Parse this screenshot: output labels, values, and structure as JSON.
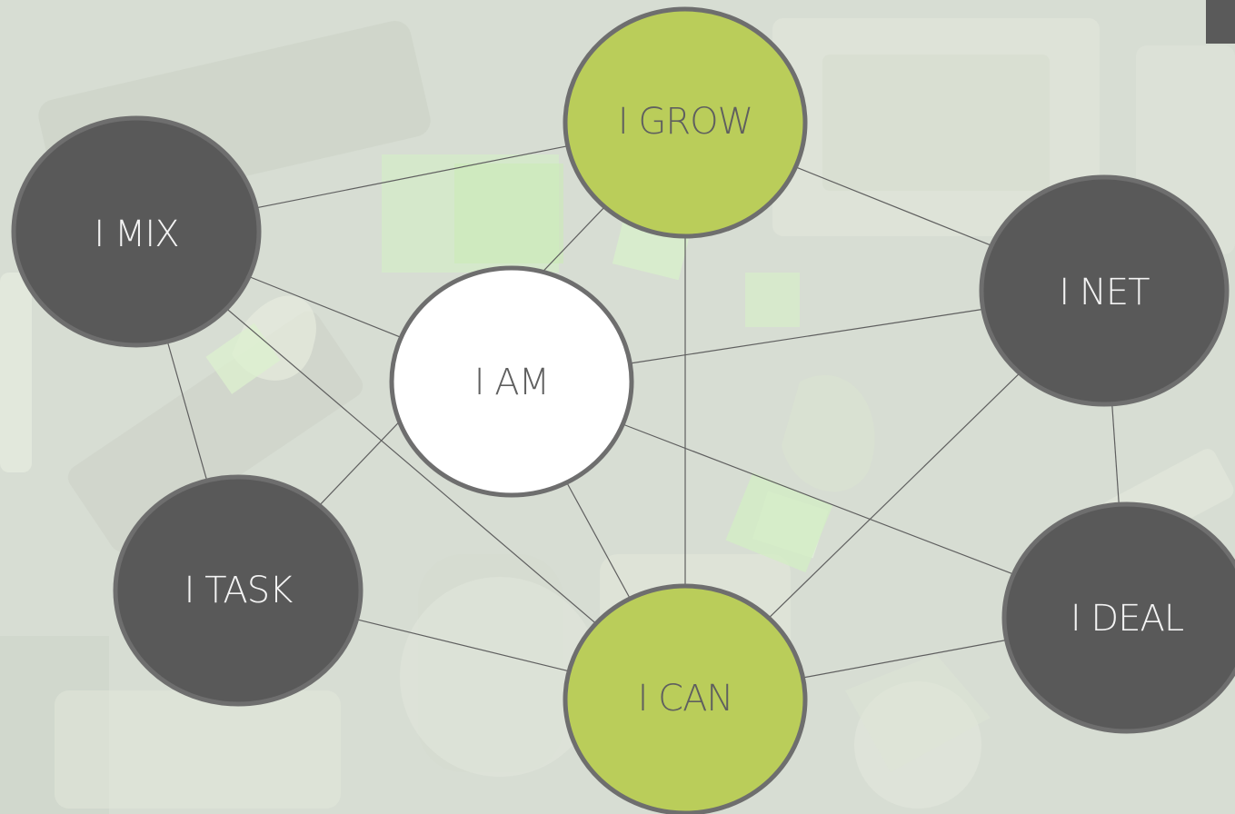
{
  "diagram": {
    "colors": {
      "dark_node": "#595959",
      "green_node": "#bacd5a",
      "white_node": "#ffffff",
      "node_stroke": "#6e6e6e",
      "line": "#5f5f5f",
      "text_light": "#f3f3f3",
      "text_dark": "#5f5f5f",
      "corner_tab": "#5a5a5a"
    },
    "nodes": {
      "grow": {
        "label": "I GROW",
        "style": "green"
      },
      "mix": {
        "label": "I MIX",
        "style": "dark"
      },
      "net": {
        "label": "I NET",
        "style": "dark"
      },
      "am": {
        "label": "I AM",
        "style": "white"
      },
      "task": {
        "label": "I TASK",
        "style": "dark"
      },
      "can": {
        "label": "I CAN",
        "style": "green"
      },
      "deal": {
        "label": "I DEAL",
        "style": "dark"
      }
    },
    "edges": [
      [
        "mix",
        "grow"
      ],
      [
        "mix",
        "am"
      ],
      [
        "mix",
        "task"
      ],
      [
        "mix",
        "can"
      ],
      [
        "grow",
        "net"
      ],
      [
        "grow",
        "task"
      ],
      [
        "grow",
        "can"
      ],
      [
        "am",
        "net"
      ],
      [
        "am",
        "deal"
      ],
      [
        "am",
        "can"
      ],
      [
        "net",
        "can"
      ],
      [
        "net",
        "deal"
      ],
      [
        "task",
        "can"
      ],
      [
        "can",
        "deal"
      ]
    ]
  },
  "background": {
    "tint": "#d8ddd3",
    "soft_green": "#d7f0c8",
    "shadow": "#afb7ad",
    "highlight": "#eef3e8"
  }
}
